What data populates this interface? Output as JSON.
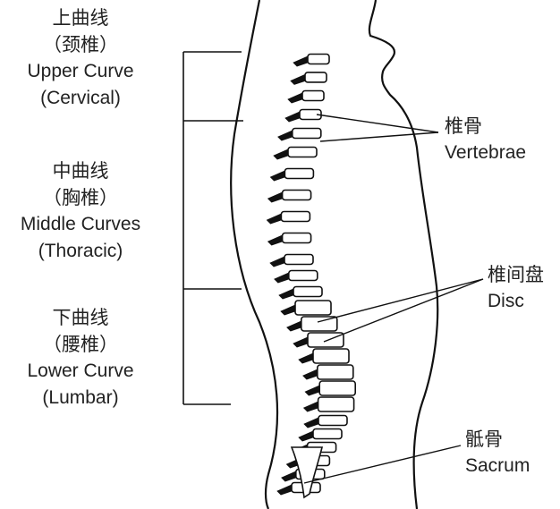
{
  "regions": [
    {
      "zh": "上曲线",
      "zh_sub": "（颈椎）",
      "en": "Upper Curve",
      "en_sub": "(Cervical)"
    },
    {
      "zh": "中曲线",
      "zh_sub": "（胸椎）",
      "en": "Middle Curves",
      "en_sub": "(Thoracic)"
    },
    {
      "zh": "下曲线",
      "zh_sub": "（腰椎）",
      "en": "Lower Curve",
      "en_sub": "(Lumbar)"
    }
  ],
  "callouts": [
    {
      "zh": "椎骨",
      "en": "Vertebrae"
    },
    {
      "zh": "椎间盘",
      "en": "Disc"
    },
    {
      "zh": "骶骨",
      "en": "Sacrum"
    }
  ]
}
